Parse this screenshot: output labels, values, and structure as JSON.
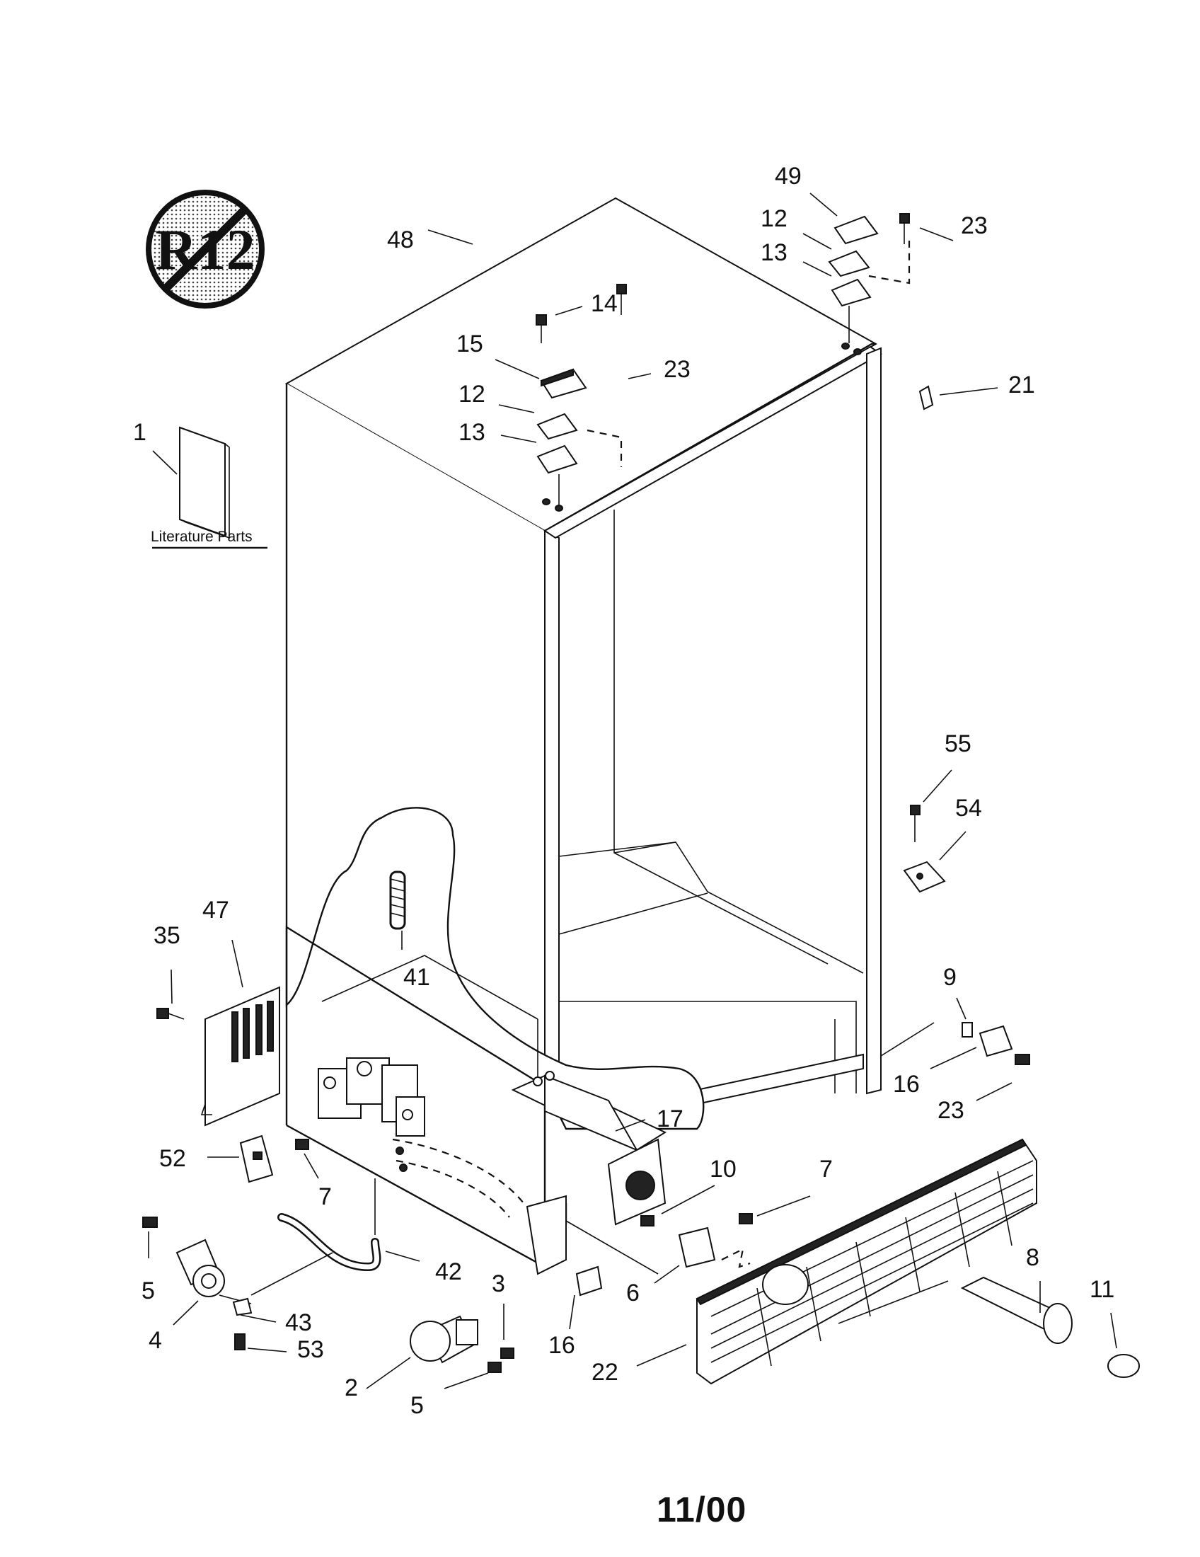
{
  "badge": {
    "text": "R12"
  },
  "literature_label": "Literature Parts",
  "footer_date": "11/00",
  "callouts": {
    "c1": "1",
    "c48": "48",
    "c49": "49",
    "c12a": "12",
    "c23a": "23",
    "c13a": "13",
    "c14": "14",
    "c15": "15",
    "c23b": "23",
    "c12b": "12",
    "c13b": "13",
    "c21": "21",
    "c55": "55",
    "c54": "54",
    "c47": "47",
    "c35": "35",
    "c41": "41",
    "c9": "9",
    "c16a": "16",
    "c23c": "23",
    "c17": "17",
    "c52": "52",
    "c7a": "7",
    "c10": "10",
    "c7b": "7",
    "c8": "8",
    "c11": "11",
    "c42": "42",
    "c3": "3",
    "c5a": "5",
    "c43": "43",
    "c4": "4",
    "c53": "53",
    "c6": "6",
    "c16b": "16",
    "c22": "22",
    "c2": "2",
    "c5b": "5"
  }
}
